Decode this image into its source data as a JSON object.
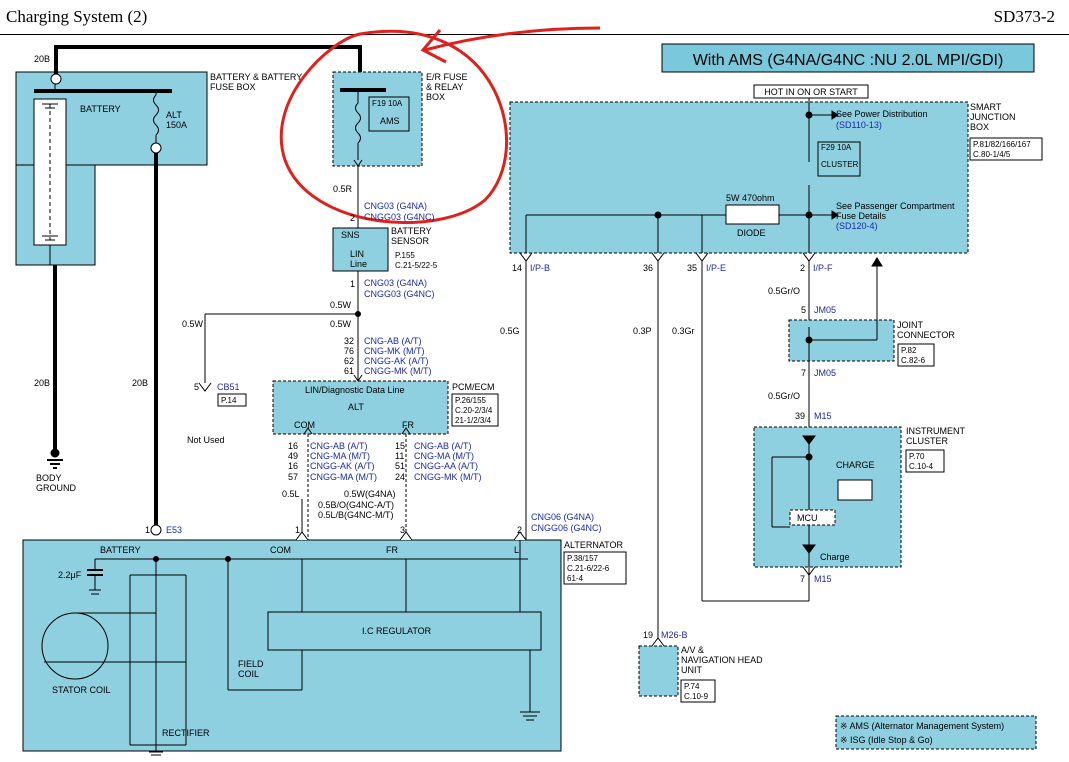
{
  "header": {
    "title": "Charging System (2)",
    "code": "SD373-2"
  },
  "banner": "With AMS (G4NA/G4NC :NU 2.0L MPI/GDI)",
  "hot_label": "HOT IN ON OR START",
  "battery_box": {
    "label": "BATTERY & BATTERY FUSE BOX",
    "battery": "BATTERY",
    "fuse": "ALT 150A",
    "wire": "20B"
  },
  "er_box": {
    "label": "E/R FUSE & RELAY BOX",
    "fuse_id": "F19 10A",
    "fuse_name": "AMS",
    "wire": "0.5R"
  },
  "sensor": {
    "sns": "SNS",
    "label": "BATTERY SENSOR",
    "lin": "LIN Line",
    "ref1": "P.155",
    "ref2": "C.21-5/22-5",
    "pin_in": "2",
    "conn_in_a": "CNG03 (G4NA)",
    "conn_in_b": "CNGG03 (G4NC)",
    "pin_out": "1",
    "conn_out_a": "CNG03 (G4NA)",
    "conn_out_b": "CNGG03 (G4NC)"
  },
  "junction": {
    "label": "SMART JUNCTION BOX",
    "ref1": "P.81/82/166/167",
    "ref2": "C.80-1/4/5",
    "power_dist": "See Power Distribution",
    "power_ref": "(SD110-13)",
    "fuse_id": "F29 10A",
    "fuse_name": "CLUSTER",
    "diode_spec": "5W 470ohm",
    "diode": "DIODE",
    "pass_fuse": "See Passenger Compartment Fuse Details",
    "pass_ref": "(SD120-4)",
    "p14": "14",
    "p14c": "I/P-B",
    "p36": "36",
    "p35": "35",
    "p35c": "I/P-E",
    "p2": "2",
    "p2c": "I/P-F"
  },
  "wires": {
    "w05w": "0.5W",
    "w05w2": "0.5W",
    "w05w3": "0.5W",
    "w20b": "20B",
    "w20b2": "20B",
    "w05g": "0.5G",
    "w03p": "0.3P",
    "w03gr": "0.3Gr",
    "w05gro": "0.5Gr/O",
    "w05gro2": "0.5Gr/O",
    "w05l": "0.5L",
    "w05wg": "0.5W(G4NA)",
    "w05bo": "0.5B/O(G4NC-A/T)",
    "w05lb": "0.5L/B(G4NC-M/T)"
  },
  "cb51": {
    "pin": "5",
    "name": "CB51",
    "ref": "P.14",
    "note": "Not Used"
  },
  "pcm": {
    "label": "PCM/ECM",
    "inner": "LIN/Diagnostic Data Line",
    "alt": "ALT",
    "com": "COM",
    "fr": "FR",
    "ref1": "P.26/155",
    "ref2": "C.20-2/3/4",
    "ref3": "21-1/2/3/4",
    "top_pins": [
      "32",
      "76",
      "62",
      "61"
    ],
    "top_conns": [
      "CNG-AB (A/T)",
      "CNG-MK (M/T)",
      "CNGG-AK (A/T)",
      "CNGG-MK (M/T)"
    ],
    "l_pins": [
      "16",
      "49",
      "16",
      "57"
    ],
    "l_conns": [
      "CNG-AB (A/T)",
      "CNG-MA (M/T)",
      "CNGG-AK (A/T)",
      "CNGG-MA (M/T)"
    ],
    "r_pins": [
      "15",
      "11",
      "51",
      "24"
    ],
    "r_conns": [
      "CNG-AB (A/T)",
      "CNG-MA (M/T)",
      "CNGG-AA (A/T)",
      "CNGG-MK (M/T)"
    ]
  },
  "ground": {
    "label": "BODY GROUND"
  },
  "alternator": {
    "label": "ALTERNATOR",
    "ref1": "P.38/157",
    "ref2": "C.21-6/22-6",
    "ref3": "61-4",
    "battery": "BATTERY",
    "com": "COM",
    "fr": "FR",
    "l": "L",
    "cap": "2.2μF",
    "regulator": "I.C REGULATOR",
    "field": "FIELD COIL",
    "stator": "STATOR COIL",
    "rectifier": "RECTIFIER",
    "e53_pin": "1",
    "e53": "E53",
    "pin1": "1",
    "pin3": "3",
    "pin2": "2",
    "conn_a": "CNG06 (G4NA)",
    "conn_b": "CNGG06 (G4NC)"
  },
  "joint": {
    "label": "JOINT CONNECTOR",
    "ref1": "P.82",
    "ref2": "C.82-6",
    "pin5": "5",
    "c5": "JM05",
    "pin7": "7",
    "c7": "JM05"
  },
  "cluster": {
    "label": "INSTRUMENT CLUSTER",
    "ref1": "P.70",
    "ref2": "C.10-4",
    "charge": "CHARGE",
    "mcu": "MCU",
    "charge2": "Charge",
    "pin39": "39",
    "c39": "M15",
    "pin7": "7",
    "c7": "M15"
  },
  "av": {
    "label": "A/V & NAVIGATION HEAD UNIT",
    "ref1": "P.74",
    "ref2": "C.10-9",
    "pin": "19",
    "conn": "M26-B"
  },
  "notes": [
    "※ AMS (Alternator Management System)",
    "※ ISG (Idle Stop & Go)"
  ],
  "colors": {
    "box_fill": "#8ecfe0",
    "banner_fill": "#79c8dc",
    "link": "#1a2aa8",
    "annotation": "#e0201c"
  }
}
